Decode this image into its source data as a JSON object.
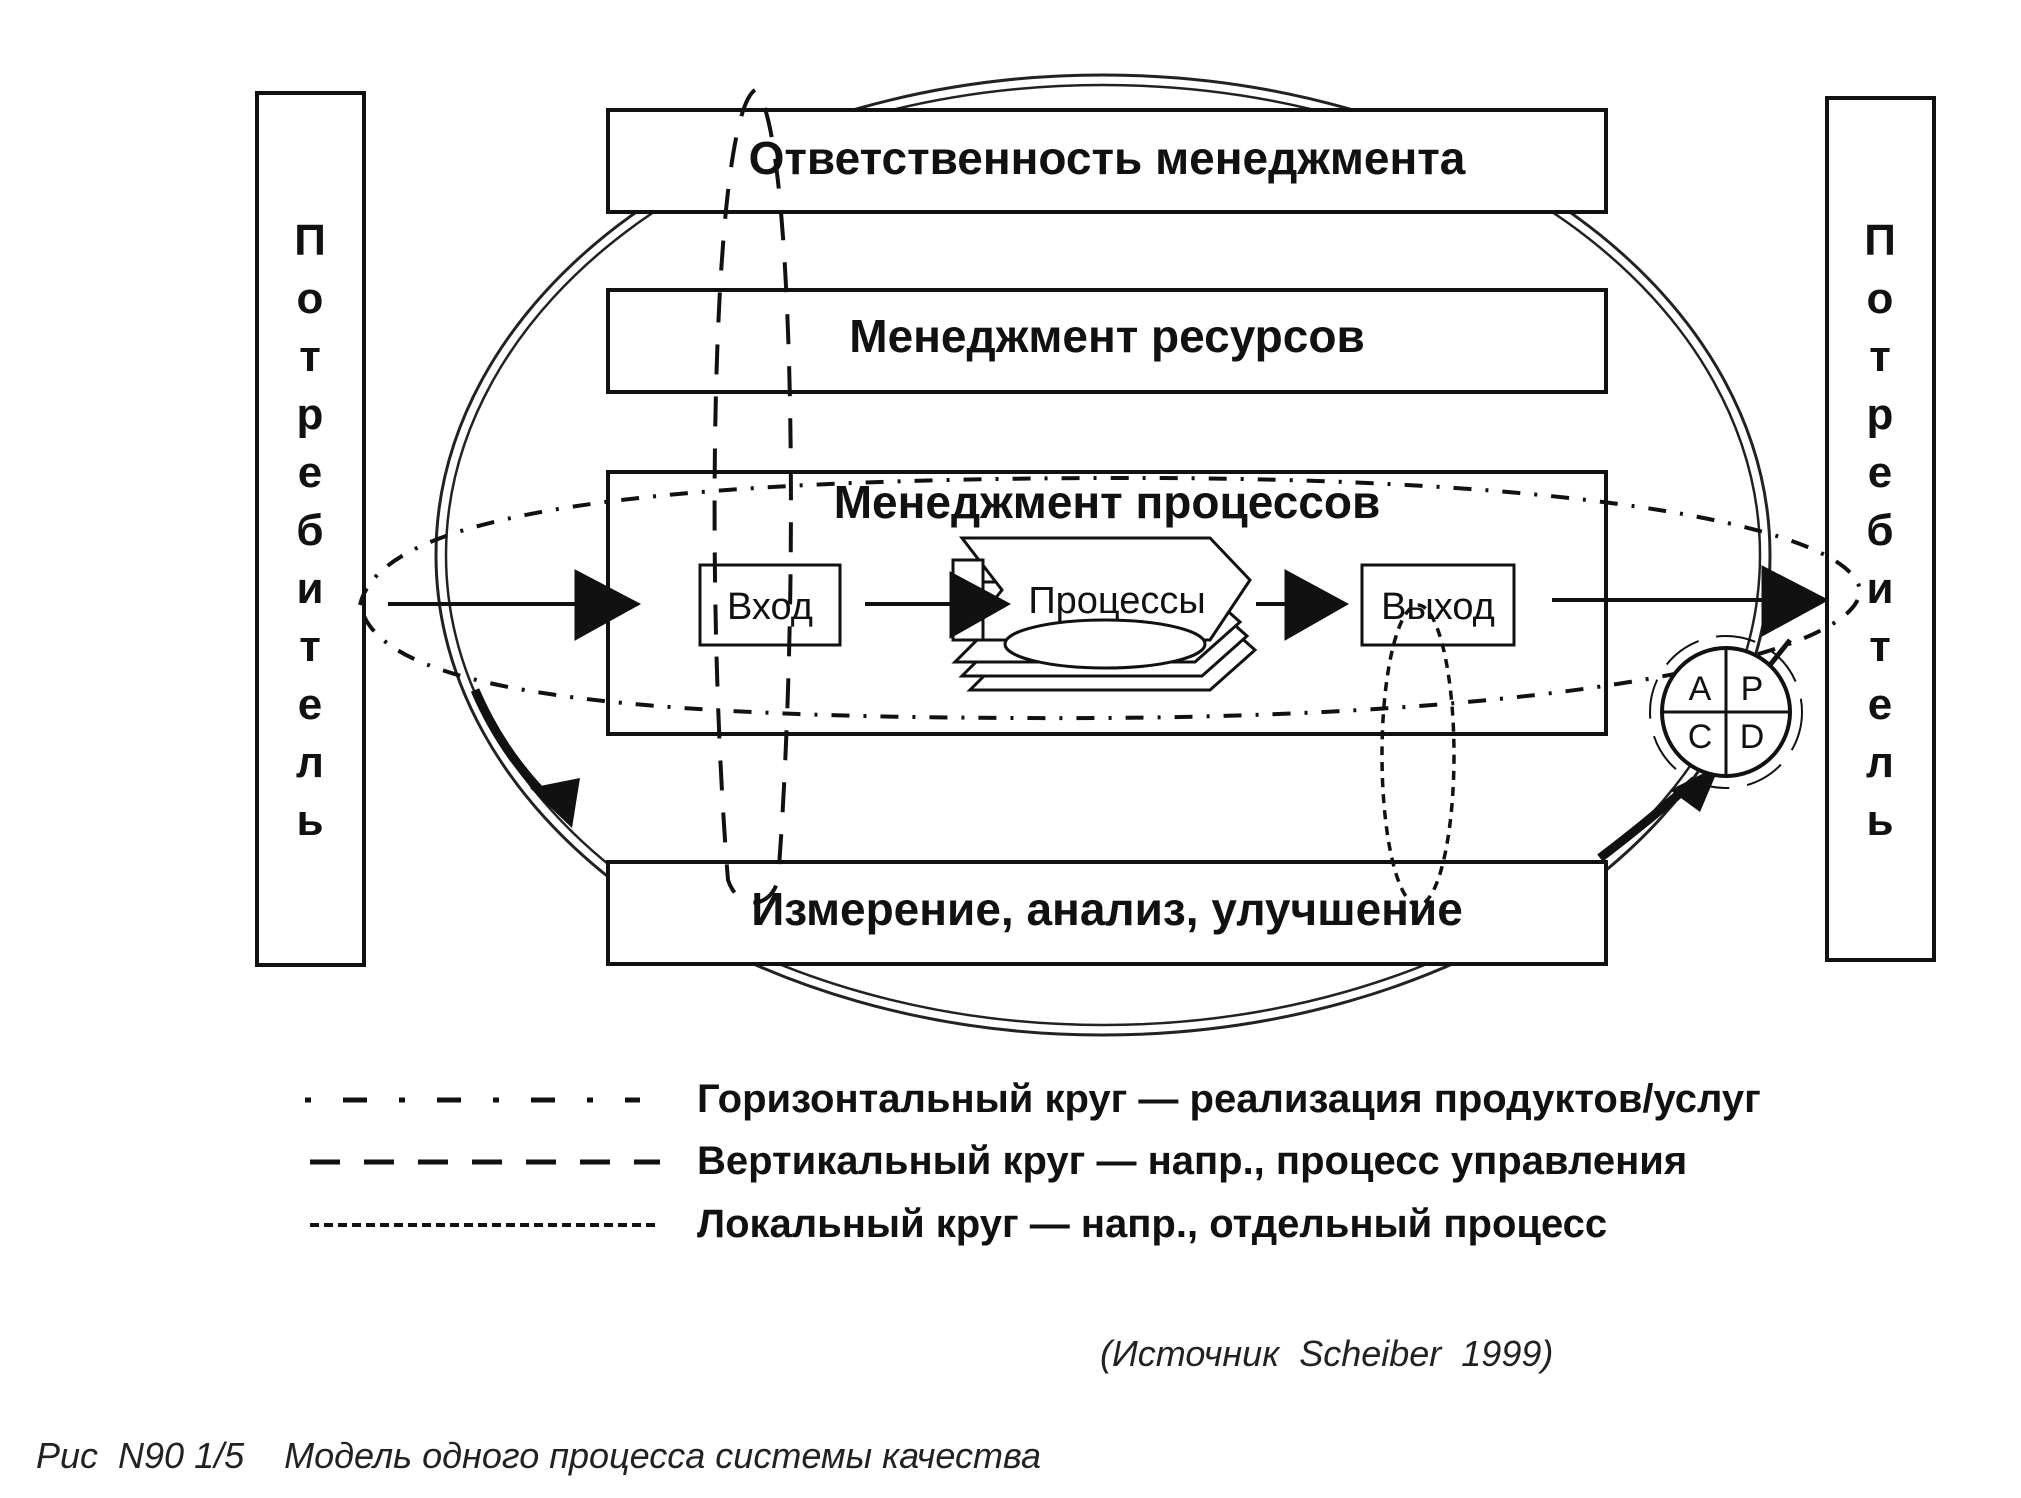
{
  "customers": {
    "left": "Потребитель",
    "right": "Потребитель"
  },
  "blocks": {
    "management_responsibility": "Ответственность менеджмента",
    "resource_management": "Менеджмент ресурсов",
    "process_management": "Менеджмент процессов",
    "measurement": "Измерение, анализ, улучшение"
  },
  "process": {
    "input": "Вход",
    "processes": "Процессы",
    "output": "Выход"
  },
  "pdca": {
    "a": "A",
    "p": "P",
    "c": "C",
    "d": "D"
  },
  "legend": [
    {
      "style": "dash-dot",
      "label": "Горизонтальный круг — реализация продуктов/услуг"
    },
    {
      "style": "long-dash",
      "label": "Вертикальный круг — напр., процесс управления"
    },
    {
      "style": "short-dash",
      "label": "Локальный круг — напр., отдельный процесс"
    }
  ],
  "source": "(Источник  Scheiber  1999)",
  "caption": "Рис  N90 1/5    Модель одного процесса системы качества"
}
